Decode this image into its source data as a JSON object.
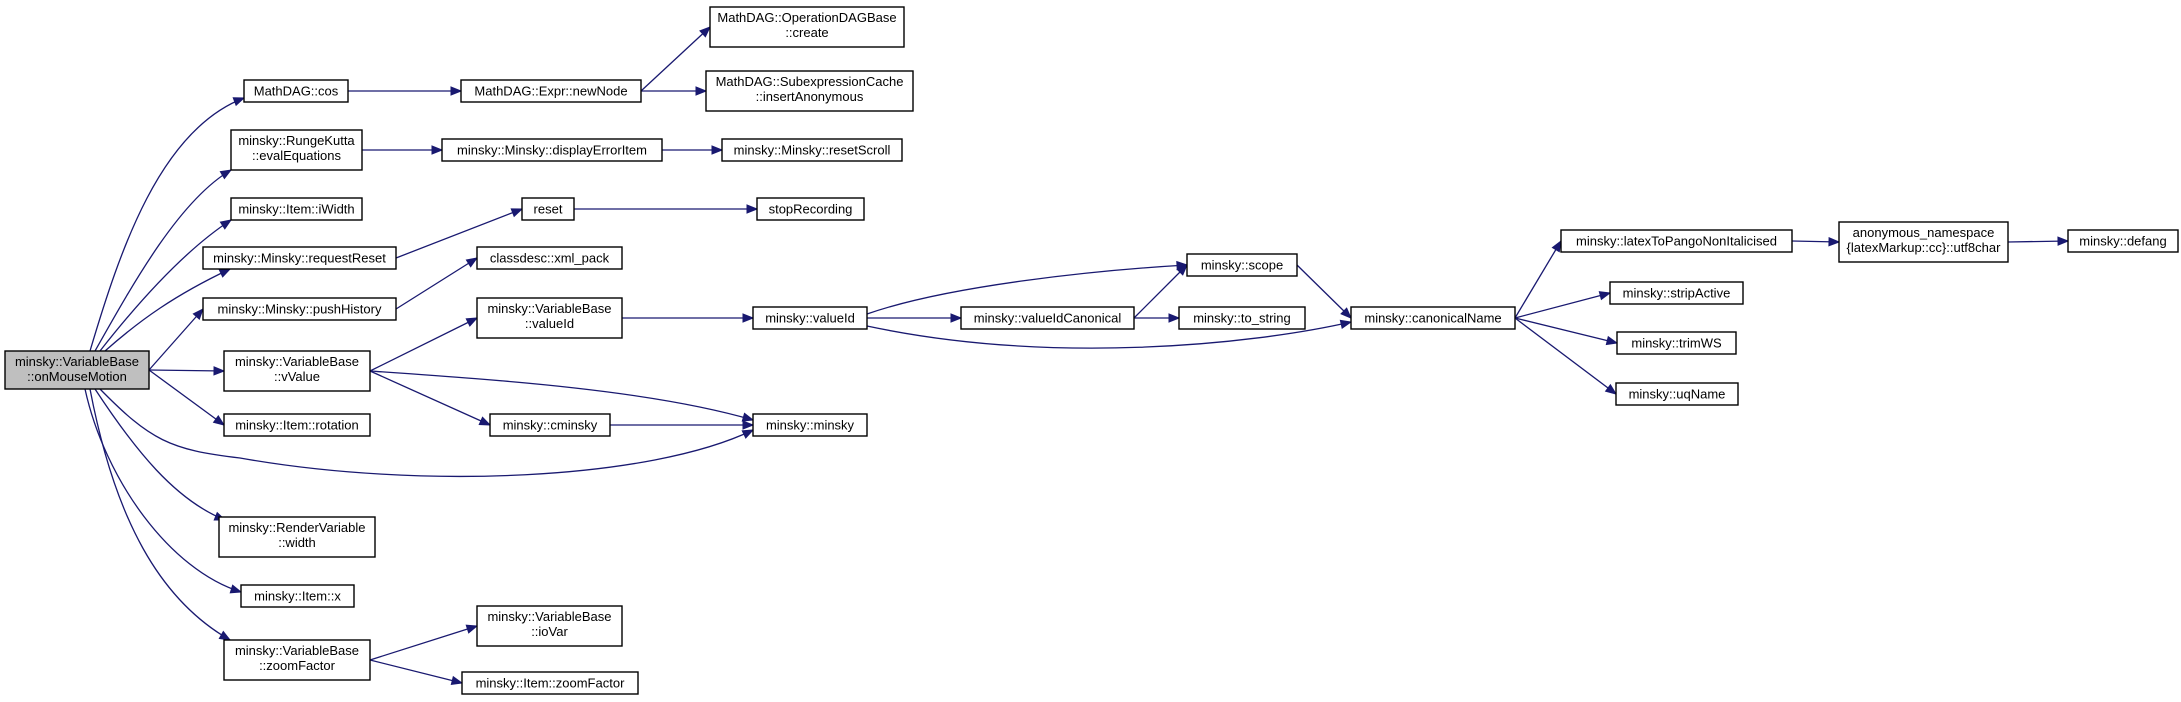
{
  "nodes": [
    {
      "id": "root",
      "lines": [
        "minsky::VariableBase",
        "::onMouseMotion"
      ],
      "root": true
    },
    {
      "id": "cos",
      "lines": [
        "MathDAG::cos"
      ]
    },
    {
      "id": "newNode",
      "lines": [
        "MathDAG::Expr::newNode"
      ]
    },
    {
      "id": "opCreate",
      "lines": [
        "MathDAG::OperationDAGBase",
        "::create"
      ]
    },
    {
      "id": "insertAnon",
      "lines": [
        "MathDAG::SubexpressionCache",
        "::insertAnonymous"
      ]
    },
    {
      "id": "evalEq",
      "lines": [
        "minsky::RungeKutta",
        "::evalEquations"
      ]
    },
    {
      "id": "displayErr",
      "lines": [
        "minsky::Minsky::displayErrorItem"
      ]
    },
    {
      "id": "resetScroll",
      "lines": [
        "minsky::Minsky::resetScroll"
      ]
    },
    {
      "id": "iWidth",
      "lines": [
        "minsky::Item::iWidth"
      ]
    },
    {
      "id": "reqReset",
      "lines": [
        "minsky::Minsky::requestReset"
      ]
    },
    {
      "id": "reset",
      "lines": [
        "reset"
      ]
    },
    {
      "id": "stopRec",
      "lines": [
        "stopRecording"
      ]
    },
    {
      "id": "xmlPack",
      "lines": [
        "classdesc::xml_pack"
      ]
    },
    {
      "id": "pushHist",
      "lines": [
        "minsky::Minsky::pushHistory"
      ]
    },
    {
      "id": "vbValueId",
      "lines": [
        "minsky::VariableBase",
        "::valueId"
      ]
    },
    {
      "id": "valueId",
      "lines": [
        "minsky::valueId"
      ]
    },
    {
      "id": "valueIdCan",
      "lines": [
        "minsky::valueIdCanonical"
      ]
    },
    {
      "id": "scope",
      "lines": [
        "minsky::scope"
      ]
    },
    {
      "id": "toString",
      "lines": [
        "minsky::to_string"
      ]
    },
    {
      "id": "canonName",
      "lines": [
        "minsky::canonicalName"
      ]
    },
    {
      "id": "latexPango",
      "lines": [
        "minsky::latexToPangoNonItalicised"
      ]
    },
    {
      "id": "utf8char",
      "lines": [
        "anonymous_namespace",
        "{latexMarkup::cc}::utf8char"
      ]
    },
    {
      "id": "defang",
      "lines": [
        "minsky::defang"
      ]
    },
    {
      "id": "stripActive",
      "lines": [
        "minsky::stripActive"
      ]
    },
    {
      "id": "trimWS",
      "lines": [
        "minsky::trimWS"
      ]
    },
    {
      "id": "uqName",
      "lines": [
        "minsky::uqName"
      ]
    },
    {
      "id": "vValue",
      "lines": [
        "minsky::VariableBase",
        "::vValue"
      ]
    },
    {
      "id": "cminsky",
      "lines": [
        "minsky::cminsky"
      ]
    },
    {
      "id": "minsky",
      "lines": [
        "minsky::minsky"
      ]
    },
    {
      "id": "rotation",
      "lines": [
        "minsky::Item::rotation"
      ]
    },
    {
      "id": "rvWidth",
      "lines": [
        "minsky::RenderVariable",
        "::width"
      ]
    },
    {
      "id": "itemX",
      "lines": [
        "minsky::Item::x"
      ]
    },
    {
      "id": "zoomFactor",
      "lines": [
        "minsky::VariableBase",
        "::zoomFactor"
      ]
    },
    {
      "id": "ioVar",
      "lines": [
        "minsky::VariableBase",
        "::ioVar"
      ]
    },
    {
      "id": "itemZoom",
      "lines": [
        "minsky::Item::zoomFactor"
      ]
    }
  ],
  "edges": [
    [
      "root",
      "cos"
    ],
    [
      "root",
      "evalEq"
    ],
    [
      "root",
      "iWidth"
    ],
    [
      "root",
      "reqReset"
    ],
    [
      "root",
      "pushHist"
    ],
    [
      "root",
      "vValue"
    ],
    [
      "root",
      "rotation"
    ],
    [
      "root",
      "minsky"
    ],
    [
      "root",
      "rvWidth"
    ],
    [
      "root",
      "itemX"
    ],
    [
      "root",
      "zoomFactor"
    ],
    [
      "cos",
      "newNode"
    ],
    [
      "newNode",
      "opCreate"
    ],
    [
      "newNode",
      "insertAnon"
    ],
    [
      "evalEq",
      "displayErr"
    ],
    [
      "displayErr",
      "resetScroll"
    ],
    [
      "reqReset",
      "reset"
    ],
    [
      "reset",
      "stopRec"
    ],
    [
      "pushHist",
      "xmlPack"
    ],
    [
      "vValue",
      "vbValueId"
    ],
    [
      "vValue",
      "minsky"
    ],
    [
      "vValue",
      "cminsky"
    ],
    [
      "cminsky",
      "minsky"
    ],
    [
      "vbValueId",
      "valueId"
    ],
    [
      "valueId",
      "scope"
    ],
    [
      "valueId",
      "valueIdCan"
    ],
    [
      "valueId",
      "canonName"
    ],
    [
      "valueIdCan",
      "scope"
    ],
    [
      "valueIdCan",
      "toString"
    ],
    [
      "scope",
      "canonName"
    ],
    [
      "canonName",
      "latexPango"
    ],
    [
      "canonName",
      "stripActive"
    ],
    [
      "canonName",
      "trimWS"
    ],
    [
      "canonName",
      "uqName"
    ],
    [
      "latexPango",
      "utf8char"
    ],
    [
      "utf8char",
      "defang"
    ],
    [
      "zoomFactor",
      "ioVar"
    ],
    [
      "zoomFactor",
      "itemZoom"
    ]
  ],
  "colors": {
    "edge": "#191970",
    "root_fill": "#bfbfbf",
    "node_fill": "#ffffff",
    "border": "#000000"
  }
}
